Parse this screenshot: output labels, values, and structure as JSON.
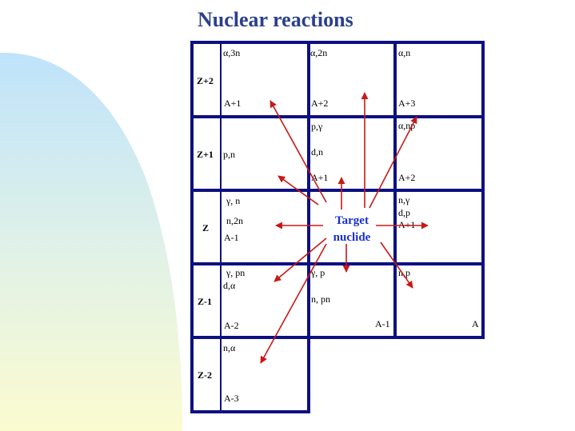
{
  "title": "Nuclear reactions",
  "colors": {
    "grid": "#0d1080",
    "arrow": "#c81818",
    "title": "#2b3f8c",
    "target_text": "#1a2fd6",
    "swoosh_top": "#bfe3fb",
    "swoosh_bottom": "#fbfbd0"
  },
  "row_labels": [
    "Z+2",
    "Z+1",
    "Z",
    "Z-1",
    "Z-2"
  ],
  "corner_labels": {
    "top_row": [
      "A+1",
      "A+2",
      "A+3"
    ],
    "row_z1": [
      "A+1",
      "A+2"
    ],
    "row_z": [
      "A-1",
      "A+1"
    ],
    "bottom_row": [
      "A-2",
      "A-1",
      "A"
    ],
    "last_row": "A-3"
  },
  "reactions": {
    "alpha_3n": "α,3n",
    "alpha_2n": "α,2n",
    "alpha_n": "α,n",
    "p_gamma": "p,γ",
    "alpha_np": "α,np",
    "p_n": "p,n",
    "d_n": "d,n",
    "gamma_n": "γ, n",
    "n_2n": "n,2n",
    "n_gamma": "n,γ",
    "d_p": "d,p",
    "gamma_pn": "γ, pn",
    "d_alpha": "d,α",
    "gamma_p": "γ, p",
    "n_pn": "n, pn",
    "n_p": "n,p",
    "n_alpha": "n,α"
  },
  "target": {
    "line1": "Target",
    "line2": "nuclide"
  }
}
